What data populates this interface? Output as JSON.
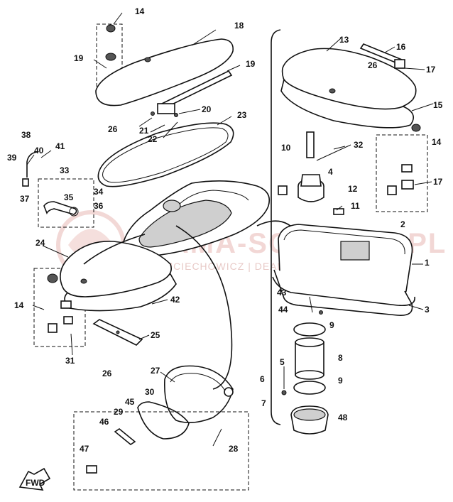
{
  "diagram": {
    "watermark": {
      "line1": "KAMA-SCOOTER.PL",
      "line2": "WOJCIECHOWICZ | DEALER YAMAHA"
    },
    "fwd_label": "FWD",
    "labels": [
      {
        "id": "l14a",
        "text": "14"
      },
      {
        "id": "l18",
        "text": "18"
      },
      {
        "id": "l19a",
        "text": "19"
      },
      {
        "id": "l19b",
        "text": "19"
      },
      {
        "id": "l20",
        "text": "20"
      },
      {
        "id": "l21",
        "text": "21"
      },
      {
        "id": "l22",
        "text": "22"
      },
      {
        "id": "l23",
        "text": "23"
      },
      {
        "id": "l26a",
        "text": "26"
      },
      {
        "id": "l38",
        "text": "38"
      },
      {
        "id": "l39",
        "text": "39"
      },
      {
        "id": "l40",
        "text": "40"
      },
      {
        "id": "l41",
        "text": "41"
      },
      {
        "id": "l33",
        "text": "33"
      },
      {
        "id": "l34",
        "text": "34"
      },
      {
        "id": "l35",
        "text": "35"
      },
      {
        "id": "l36",
        "text": "36"
      },
      {
        "id": "l37",
        "text": "37"
      },
      {
        "id": "l24",
        "text": "24"
      },
      {
        "id": "l14b",
        "text": "14"
      },
      {
        "id": "l42",
        "text": "42"
      },
      {
        "id": "l25",
        "text": "25"
      },
      {
        "id": "l31",
        "text": "31"
      },
      {
        "id": "l26b",
        "text": "26"
      },
      {
        "id": "l27",
        "text": "27"
      },
      {
        "id": "l30",
        "text": "30"
      },
      {
        "id": "l45",
        "text": "45"
      },
      {
        "id": "l29",
        "text": "29"
      },
      {
        "id": "l46",
        "text": "46"
      },
      {
        "id": "l47",
        "text": "47"
      },
      {
        "id": "l28",
        "text": "28"
      },
      {
        "id": "l13",
        "text": "13"
      },
      {
        "id": "l16",
        "text": "16"
      },
      {
        "id": "l26c",
        "text": "26"
      },
      {
        "id": "l17a",
        "text": "17"
      },
      {
        "id": "l15",
        "text": "15"
      },
      {
        "id": "l14c",
        "text": "14"
      },
      {
        "id": "l10",
        "text": "10"
      },
      {
        "id": "l32",
        "text": "32"
      },
      {
        "id": "l4",
        "text": "4"
      },
      {
        "id": "l17b",
        "text": "17"
      },
      {
        "id": "l12",
        "text": "12"
      },
      {
        "id": "l11",
        "text": "11"
      },
      {
        "id": "l2",
        "text": "2"
      },
      {
        "id": "l1",
        "text": "1"
      },
      {
        "id": "l3",
        "text": "3"
      },
      {
        "id": "l43",
        "text": "43"
      },
      {
        "id": "l44",
        "text": "44"
      },
      {
        "id": "l9a",
        "text": "9"
      },
      {
        "id": "l8",
        "text": "8"
      },
      {
        "id": "l5",
        "text": "5"
      },
      {
        "id": "l6",
        "text": "6"
      },
      {
        "id": "l9b",
        "text": "9"
      },
      {
        "id": "l7",
        "text": "7"
      },
      {
        "id": "l48",
        "text": "48"
      }
    ]
  }
}
